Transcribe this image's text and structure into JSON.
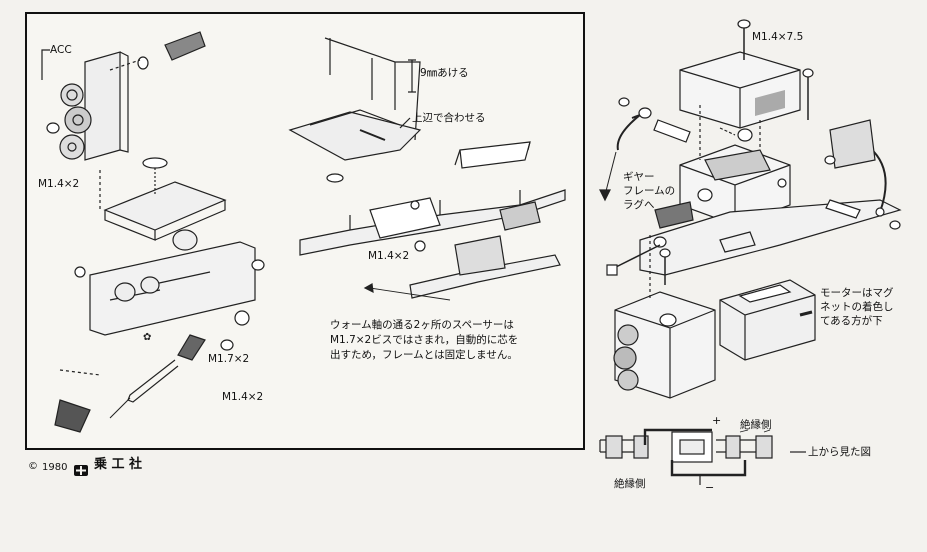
{
  "left_panel": {
    "labels": {
      "acc": "ACC",
      "m14x2_a": "M1.4×2",
      "m17x2": "M1.7×2",
      "m14x2_b": "M1.4×2",
      "m14x2_c": "M1.4×2",
      "gap_9mm": "9㎜あける",
      "align_top": "上辺で合わせる"
    },
    "note_lines": [
      "ウォーム軸の通る2ヶ所のスペーサーは",
      "M1.7×2ビスではさまれ，自動的に芯を",
      "出すため，フレームとは固定しません。"
    ]
  },
  "right_panel": {
    "labels": {
      "m14x75": "M1.4×7.5",
      "gear_frame_lug": [
        "ギヤー",
        "フレームの",
        "ラグへ"
      ],
      "motor_note": [
        "モーターはマグ",
        "ネットの着色し",
        "てある方が下"
      ]
    },
    "inset": {
      "insulated_side_top": "絶縁側",
      "insulated_side_bottom": "絶縁側",
      "top_view": "上から見た図",
      "plus": "+",
      "minus": "−"
    }
  },
  "footer": {
    "copyright": "©",
    "year": "1980",
    "publisher": "乗 工 社"
  }
}
